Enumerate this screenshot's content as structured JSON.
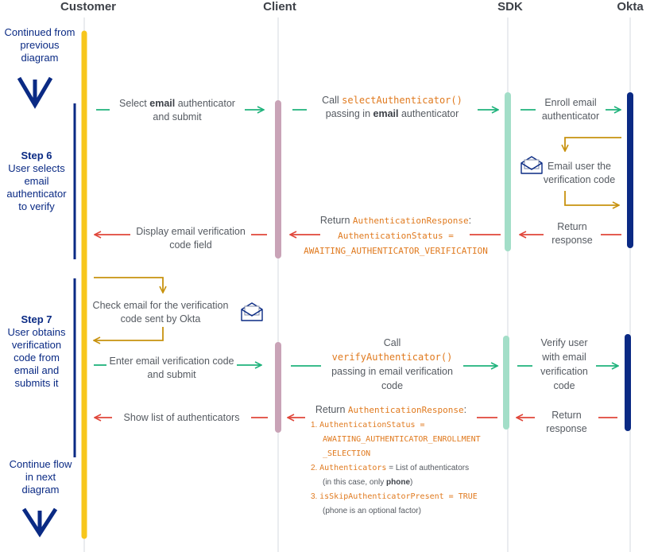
{
  "headers": {
    "customer": "Customer",
    "client": "Client",
    "sdk": "SDK",
    "okta": "Okta"
  },
  "continued_from": "Continued from previous diagram",
  "continue_next": "Continue flow in next diagram",
  "step6": {
    "title": "Step 6",
    "desc": "User selects email authenticator to verify"
  },
  "step7": {
    "title": "Step 7",
    "desc": "User obtains verification code from email and submits it"
  },
  "msg_select": {
    "pre": "Select ",
    "bold": "email",
    "post": " authenticator and submit"
  },
  "msg_call_select": {
    "pre": "Call ",
    "code": "selectAuthenticator()",
    "mid": "passing in ",
    "bold": "email",
    "post": " authenticator"
  },
  "msg_enroll": "Enroll email authenticator",
  "msg_email_user": "Email user the verification code",
  "msg_return_response_1": "Return response",
  "msg_return_auth_1": {
    "pre": "Return ",
    "code": "AuthenticationResponse",
    "colon": ":",
    "line2": "AuthenticationStatus =",
    "line3": "AWAITING_AUTHENTICATOR_VERIFICATION"
  },
  "msg_display": "Display email verification code field",
  "msg_check": "Check email for the verification code sent by Okta",
  "msg_enter": "Enter email verification code and submit",
  "msg_call_verify": {
    "pre": "Call",
    "code": "verifyAuthenticator()",
    "post": "passing in email verification code"
  },
  "msg_verify_user": "Verify user with email verification code",
  "msg_return_response_2": "Return response",
  "msg_return_auth_2": {
    "pre": "Return ",
    "code": "AuthenticationResponse",
    "colon": ":",
    "item1_num": "1.",
    "item1_code": "AuthenticationStatus =",
    "item1_l2": "AWAITING_AUTHENTICATOR_ENROLLMENT",
    "item1_l3": "_SELECTION",
    "item2_num": "2.",
    "item2_code": "Authenticators",
    "item2_text": " = List of authenticators",
    "item2_sub_pre": "(in this case, only ",
    "item2_sub_bold": "phone",
    "item2_sub_post": ")",
    "item3_num": "3.",
    "item3_code": "isSkipAuthenticatorPresent = TRUE",
    "item3_sub": "(phone is an optional factor)"
  },
  "msg_show_list": "Show list of authenticators",
  "colors": {
    "green": "#1fb37c",
    "red": "#e0463a",
    "gold": "#c8920e",
    "navy": "#0a2a84",
    "yellow_bar": "#f7c61c",
    "client_bar": "#c9a3b7",
    "sdk_bar": "#a3dec8",
    "okta_bar": "#0a2a84"
  }
}
